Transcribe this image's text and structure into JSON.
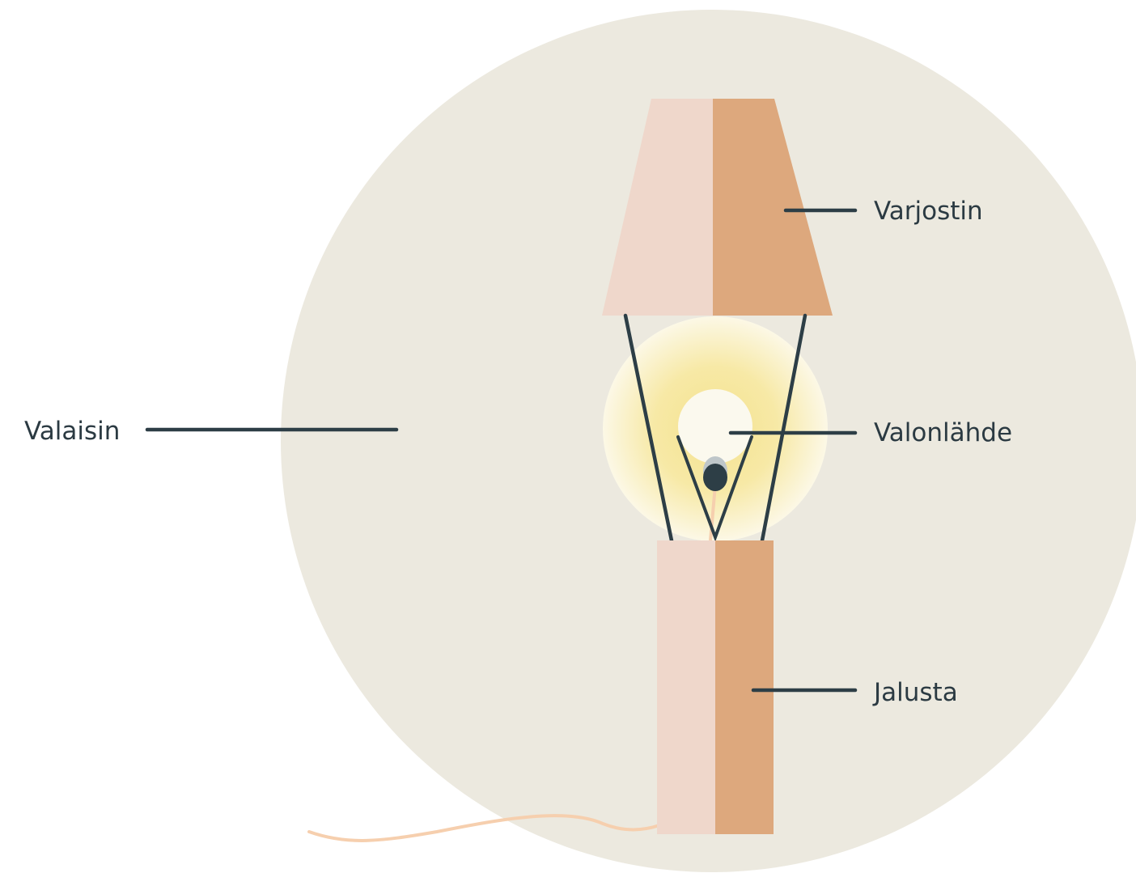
{
  "labels": {
    "lamp": "Valaisin",
    "shade": "Varjostin",
    "light_source": "Valonlähde",
    "base": "Jalusta"
  },
  "colors": {
    "background_circle": "#ECE9DF",
    "part_light": "#EFD7CB",
    "part_dark": "#DDA87D",
    "line": "#2D3E46",
    "glow_center": "#F7E8A0",
    "bulb_core": "#FBF9EE",
    "cable": "#F6CFAE"
  }
}
